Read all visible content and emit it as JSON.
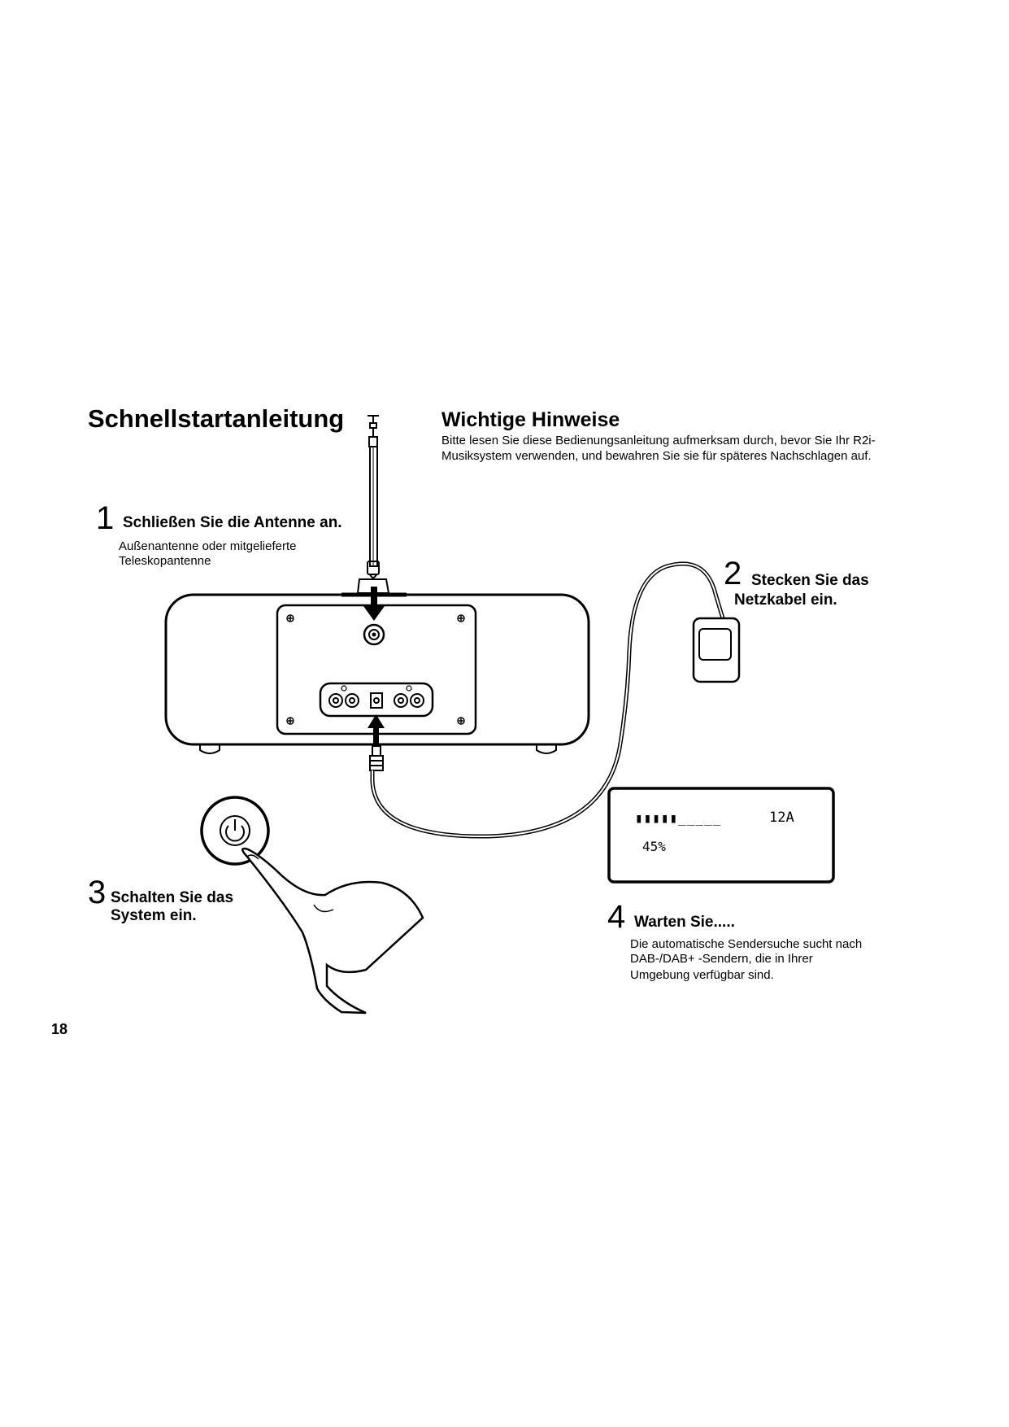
{
  "header": {
    "title": "Schnellstartanleitung",
    "notes_title": "Wichtige Hinweise",
    "notes_text": "Bitte lesen Sie diese Bedienungsanleitung aufmerksam durch, bevor Sie Ihr R2i-Musiksystem verwenden, und bewahren Sie sie für späteres Nachschlagen auf."
  },
  "steps": [
    {
      "number": "1",
      "heading": "Schließen Sie die Antenne an.",
      "detail_line1": "Außenantenne oder mitgelieferte",
      "detail_line2": "Teleskopantenne"
    },
    {
      "number": "2",
      "heading_line1": "Stecken Sie das",
      "heading_line2": "Netzkabel ein."
    },
    {
      "number": "3",
      "heading_line1": "Schalten Sie das",
      "heading_line2": "System ein."
    },
    {
      "number": "4",
      "heading": "Warten Sie.....",
      "detail_line1": "Die automatische Sendersuche sucht nach",
      "detail_line2": "DAB-/DAB+ -Sendern, die in Ihrer",
      "detail_line3": "Umgebung verfügbar sind."
    }
  ],
  "display": {
    "progress_bar": "▮▮▮▮▮_____",
    "channel": "12A",
    "percent": "45%",
    "progress": 0.45
  },
  "footer": {
    "page_number": "18"
  },
  "icons": [
    "antenna-icon",
    "radio-back-panel-icon",
    "power-adapter-icon",
    "power-button-icon",
    "hand-icon",
    "lcd-display-icon",
    "arrow-down-icon"
  ]
}
